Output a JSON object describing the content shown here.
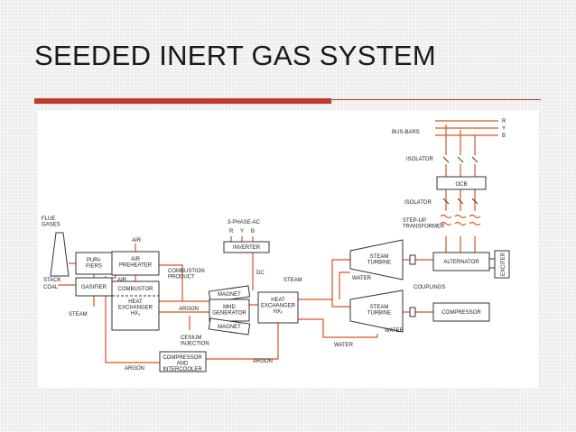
{
  "title": "SEEDED INERT GAS SYSTEM",
  "colors": {
    "accent": "#c0392b",
    "flow_line": "#d9531e",
    "panel": "#ffffff"
  },
  "diagram": {
    "boxes": {
      "purifiers": "PURI-\nFIERS",
      "gasifier": "GASIFIER",
      "air_preheater": "AIR\nPREHEATER",
      "combustor": "COMBUSTOR",
      "heat_exchanger_hx1": "HEAT\nEXCHANGER\nHX₁",
      "inverter": "INVERTER",
      "magnet_top": "MAGNET",
      "mhd_generator": "MHD\nGENERATOR",
      "magnet_bottom": "MAGNET",
      "heat_exchanger_hx2": "HEAT\nEXCHANGER\nHX₂",
      "compressor_intercooler": "COMPRESSOR\nAND\nINTERCOOLER",
      "steam_turbine_top": "STEAM\nTURBINE",
      "steam_turbine_bottom": "STEAM\nTURBINE",
      "alternator": "ALTERNATOR",
      "compressor": "COMPRESSOR",
      "exciter": "EXCITER",
      "ocb": "OCB"
    },
    "labels": {
      "flue_gases": "FLUE\nGASES",
      "stack": "STACK",
      "coal": "COAL",
      "steam_left": "STEAM",
      "air_top": "AIR",
      "air_mid": "AIR",
      "combustion_product": "COMBUSTION\nPRODUCT",
      "argon_mid": "ARGON",
      "argon_bottom_left": "ARGON",
      "argon_bottom_right": "ARGON",
      "cesium_injection": "CESIUM\nINJECTION",
      "three_phase_ac": "3-PHASE-AC",
      "phase_r": "R",
      "phase_y": "Y",
      "phase_b": "B",
      "dc": "DC",
      "steam_right": "STEAM",
      "water_top": "WATER",
      "water_mid": "WATER",
      "water_bottom": "WATER",
      "couplings": "COUPLINGS",
      "bus_bars": "BUS-BARS",
      "bus_r": "R",
      "bus_y": "Y",
      "bus_b": "B",
      "isolator_top": "ISOLATOR",
      "isolator_bottom": "ISOLATOR",
      "step_up_transformer": "STEP-UP\nTRANSFORMER"
    }
  }
}
